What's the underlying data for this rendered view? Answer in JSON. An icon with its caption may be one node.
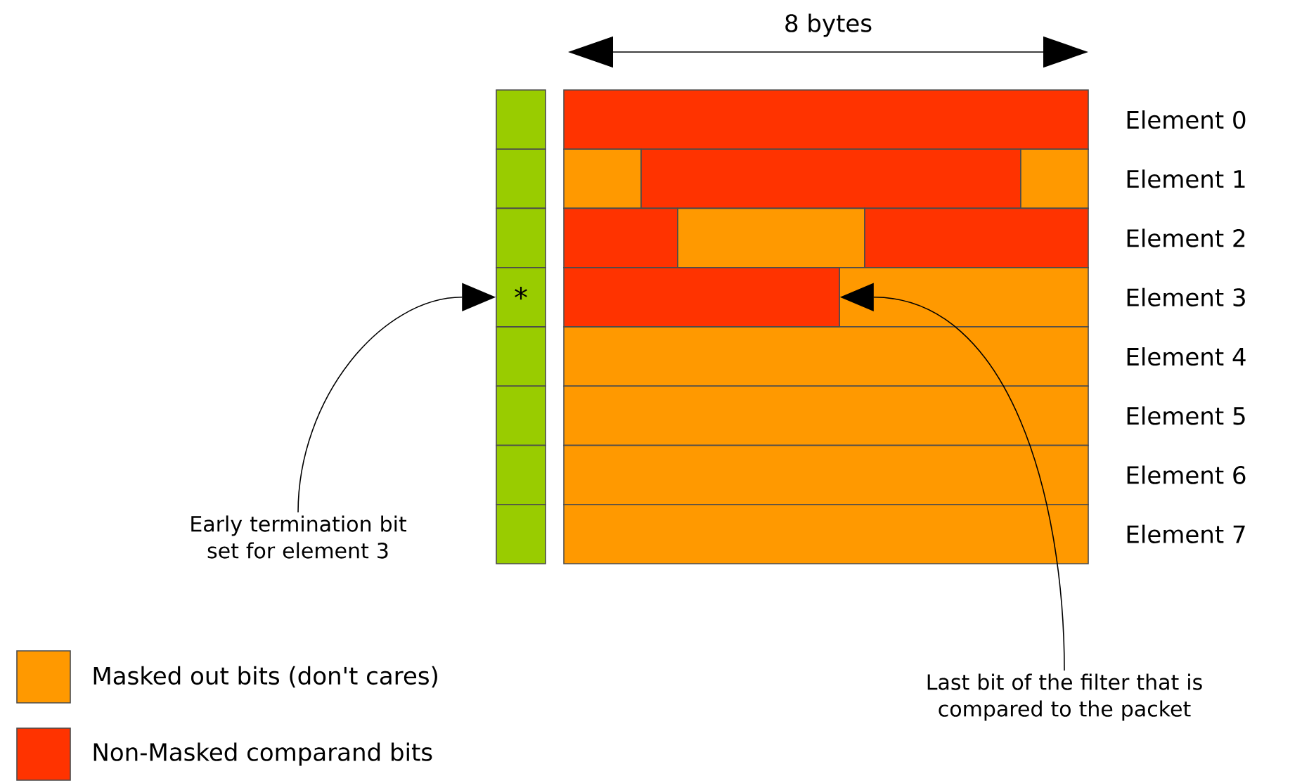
{
  "diagram": {
    "nodes": [
      {
        "text": [
          "Early termination bit set for element 3"
        ]
      },
      {
        "text": [
          "*"
        ]
      },
      {
        "text": [],
        "shape": "bar"
      },
      {
        "text": [
          "Last bit of the filter that is compared to the packet"
        ]
      }
    ],
    "edges": [
      {
        "from": 0,
        "to": 1,
        "arrow": "to"
      },
      {
        "from": 3,
        "to": 2,
        "arrow": "to"
      }
    ],
    "labels": [
      "8 bytes",
      "Element 0",
      "Element 1",
      "Element 2",
      "Element 3",
      "Element 4",
      "Element 5",
      "Element 6",
      "Element 7"
    ],
    "legend": [
      {
        "text": "Masked out bits (don't cares)",
        "color": "#ff9900"
      },
      {
        "text": "Non-Masked comparand bits",
        "color": "#ff3300"
      }
    ]
  }
}
